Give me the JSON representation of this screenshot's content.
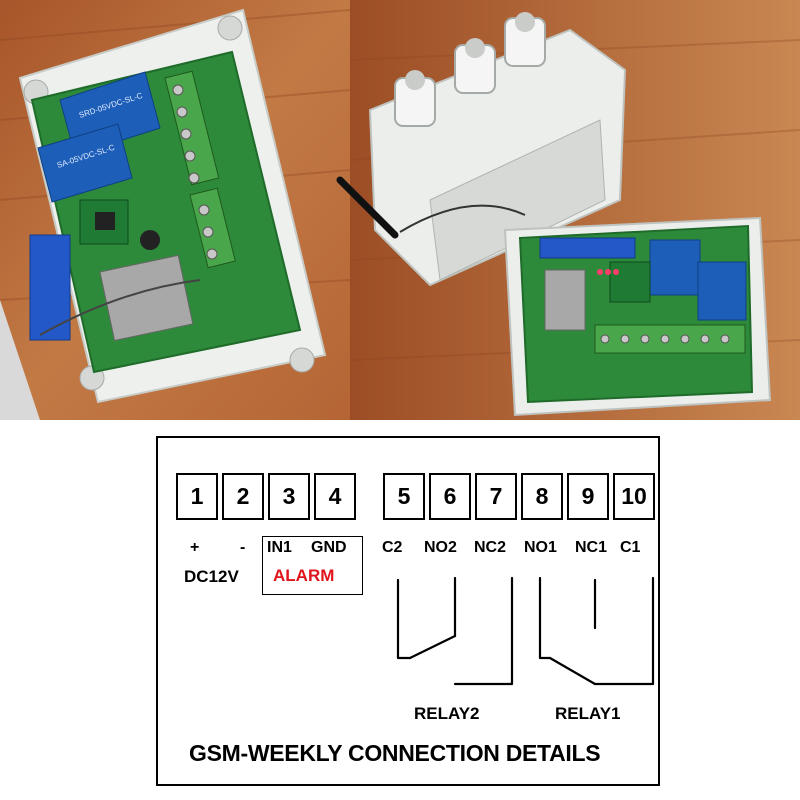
{
  "terminals": [
    {
      "num": "1",
      "label": "+"
    },
    {
      "num": "2",
      "label": "-"
    },
    {
      "num": "3",
      "label": "IN1"
    },
    {
      "num": "4",
      "label": "GND"
    },
    {
      "num": "5",
      "label": "C2"
    },
    {
      "num": "6",
      "label": "NO2"
    },
    {
      "num": "7",
      "label": "NC2"
    },
    {
      "num": "8",
      "label": "NO1"
    },
    {
      "num": "9",
      "label": "NC1"
    },
    {
      "num": "10",
      "label": "C1"
    }
  ],
  "power_label": "DC12V",
  "alarm_label": "ALARM",
  "relays": {
    "relay2": "RELAY2",
    "relay1": "RELAY1"
  },
  "title": "GSM-WEEKLY CONNECTION DETAILS",
  "pcb_silkscreen": [
    "SRD-05VDC-SL-C",
    "SA-05VDC-SL-C"
  ],
  "colors": {
    "alarm": "#e0141c",
    "pcb": "#2d8a3a",
    "enclosure": "#eef0ee",
    "floor": "#b9652f"
  }
}
